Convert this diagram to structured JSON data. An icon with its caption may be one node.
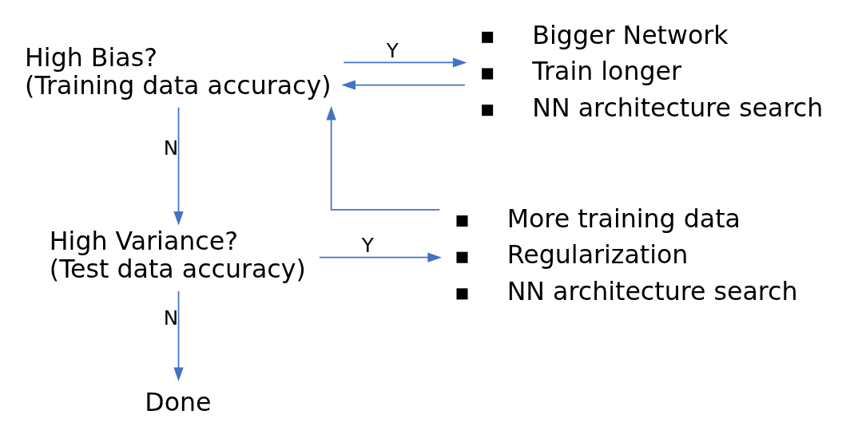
{
  "diagram": {
    "nodes": [
      {
        "text": [
          "High Bias?",
          "(Training data accuracy)"
        ]
      },
      {
        "text": [
          "Bigger Network",
          "Train longer",
          "NN architecture search"
        ]
      },
      {
        "text": [
          "High Variance?",
          "(Test data accuracy)"
        ]
      },
      {
        "text": [
          "More training data",
          "Regularization",
          "NN architecture search"
        ]
      },
      {
        "text": [
          "Done"
        ]
      }
    ],
    "edges": [
      {
        "from": 0,
        "to": 1,
        "arrow": "to",
        "label": "Y"
      },
      {
        "from": 0,
        "to": 2,
        "arrow": "to",
        "label": "N"
      },
      {
        "from": 2,
        "to": 3,
        "arrow": "to",
        "label": "Y"
      },
      {
        "from": 2,
        "to": 4,
        "arrow": "to",
        "label": "N"
      },
      {
        "from": 1,
        "to": 0,
        "arrow": "to"
      },
      {
        "from": 3,
        "to": 0,
        "arrow": "to"
      }
    ]
  }
}
